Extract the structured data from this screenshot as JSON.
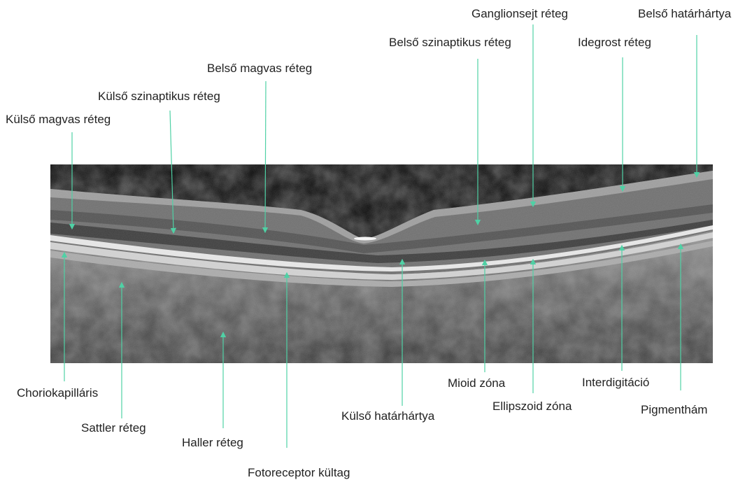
{
  "colors": {
    "leader": "#4fd1a5",
    "label_text": "#222222",
    "scan_background": "#0b0b0b"
  },
  "labels": {
    "kulso_magvas": "Külső magvas réteg",
    "kulso_szinaptikus": "Külső szinaptikus réteg",
    "belso_magvas": "Belső magvas réteg",
    "belso_szinaptikus": "Belső szinaptikus réteg",
    "ganglionsejt": "Ganglionsejt réteg",
    "idegrost": "Idegrost réteg",
    "belso_hatarhartya": "Belső határhártya",
    "choriokapillaris": "Choriokapilláris",
    "sattler": "Sattler réteg",
    "haller": "Haller réteg",
    "fotoreceptor": "Fotoreceptor kültag",
    "kulso_hatarhartya": "Külső határhártya",
    "mioid": "Mioid zóna",
    "ellipszoid": "Ellipszoid zóna",
    "interdigitacio": "Interdigitáció",
    "pigmentham": "Pigmenthám"
  }
}
